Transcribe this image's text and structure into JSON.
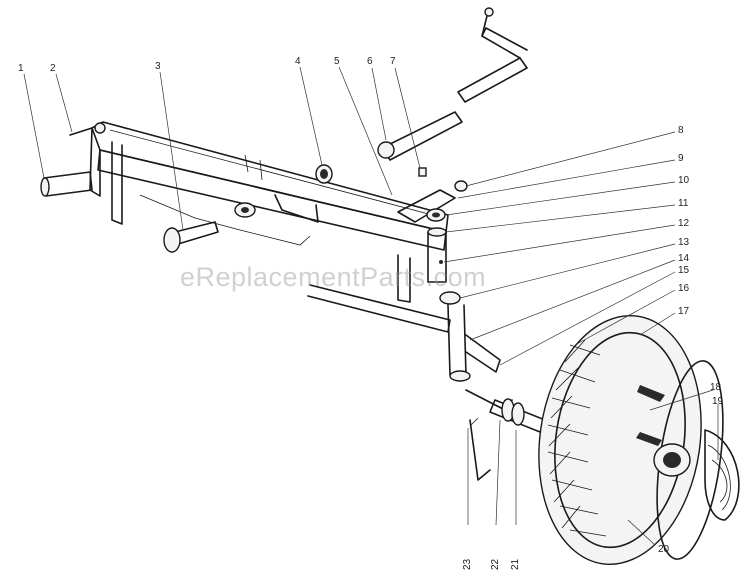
{
  "diagram": {
    "watermark": "eReplacementParts.com",
    "callouts": [
      {
        "id": "1",
        "label": "1"
      },
      {
        "id": "2",
        "label": "2"
      },
      {
        "id": "3",
        "label": "3"
      },
      {
        "id": "4",
        "label": "4"
      },
      {
        "id": "5",
        "label": "5"
      },
      {
        "id": "6",
        "label": "6"
      },
      {
        "id": "7",
        "label": "7"
      },
      {
        "id": "8",
        "label": "8"
      },
      {
        "id": "9",
        "label": "9"
      },
      {
        "id": "10",
        "label": "10"
      },
      {
        "id": "11",
        "label": "11"
      },
      {
        "id": "12",
        "label": "12"
      },
      {
        "id": "13",
        "label": "13"
      },
      {
        "id": "14",
        "label": "14"
      },
      {
        "id": "15",
        "label": "15"
      },
      {
        "id": "16",
        "label": "16"
      },
      {
        "id": "17",
        "label": "17"
      },
      {
        "id": "18",
        "label": "18"
      },
      {
        "id": "19",
        "label": "19"
      },
      {
        "id": "20",
        "label": "20"
      },
      {
        "id": "21",
        "label": "21"
      },
      {
        "id": "22",
        "label": "22"
      },
      {
        "id": "23",
        "label": "23"
      }
    ]
  }
}
